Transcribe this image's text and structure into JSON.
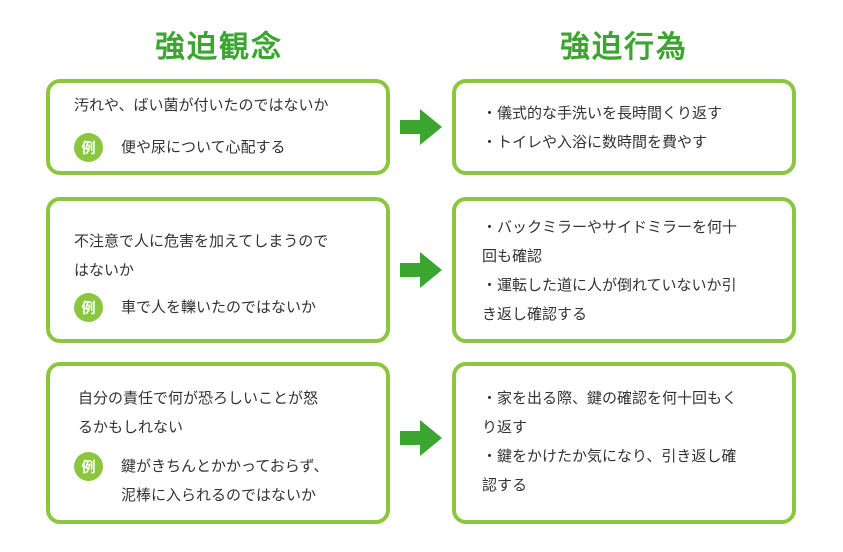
{
  "headings": {
    "obsession": "強迫観念",
    "compulsion": "強迫行為"
  },
  "example_badge": "例",
  "rows": [
    {
      "obsession_lines": [
        "汚れや、ばい菌が付いたのではないか"
      ],
      "example_lines": [
        "便や尿について心配する"
      ],
      "compulsions": [
        [
          "・儀式的な手洗いを長時間くり返す"
        ],
        [
          "・トイレや入浴に数時間を費やす"
        ]
      ]
    },
    {
      "obsession_lines": [
        "不注意で人に危害を加えてしまうので",
        "はないか"
      ],
      "example_lines": [
        "車で人を轢いたのではないか"
      ],
      "compulsions": [
        [
          "・バックミラーやサイドミラーを何十",
          "回も確認"
        ],
        [
          "・運転した道に人が倒れていないか引",
          "き返し確認する"
        ]
      ]
    },
    {
      "obsession_lines": [
        "自分の責任で何が恐ろしいことが怒",
        "るかもしれない"
      ],
      "example_lines": [
        "鍵がきちんとかかっておらず、",
        "泥棒に入られるのではないか"
      ],
      "compulsions": [
        [
          "・家を出る際、鍵の確認を何十回もく",
          "り返す"
        ],
        [
          "・鍵をかけたか気になり、引き返し確",
          "認する"
        ]
      ]
    }
  ],
  "colors": {
    "heading": "#3aa52f",
    "border": "#8cc63f",
    "arrow": "#3aa52f",
    "text": "#333333"
  }
}
